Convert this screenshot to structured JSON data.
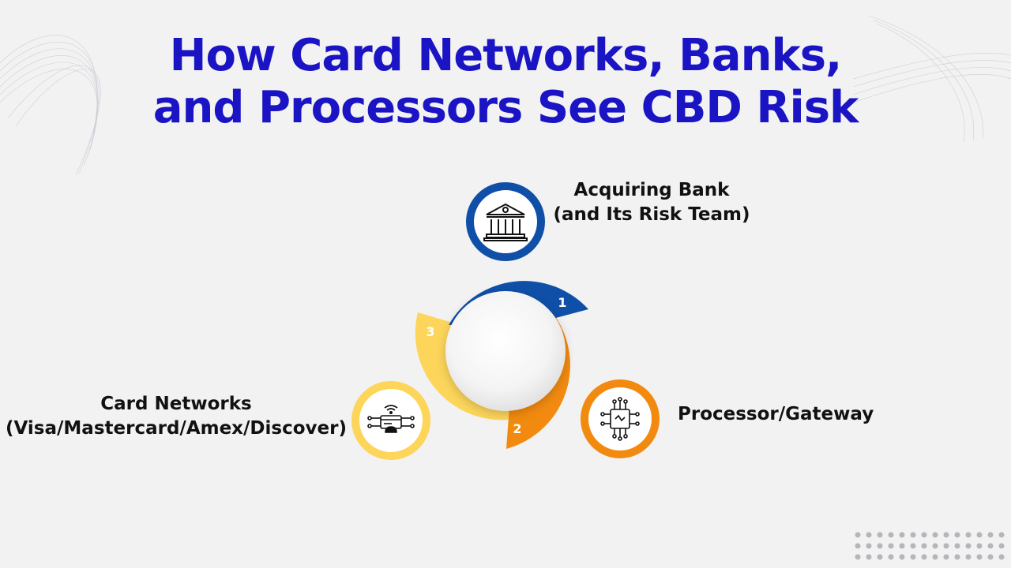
{
  "title": {
    "line1": "How Card Networks, Banks,",
    "line2": "and Processors See CBD Risk"
  },
  "steps": [
    {
      "number": "1",
      "title_line1": "Acquiring Bank",
      "title_line2": "(and Its Risk Team)",
      "icon": "bank-icon",
      "color": "#0f4fa8"
    },
    {
      "number": "2",
      "title_line1": "Processor/Gateway",
      "icon": "chip-circuit-icon",
      "color": "#f28a0f"
    },
    {
      "number": "3",
      "title_line1": "Card Networks",
      "title_line2": "(Visa/Mastercard/Amex/Discover)",
      "icon": "card-network-icon",
      "color": "#fcd55a"
    }
  ]
}
